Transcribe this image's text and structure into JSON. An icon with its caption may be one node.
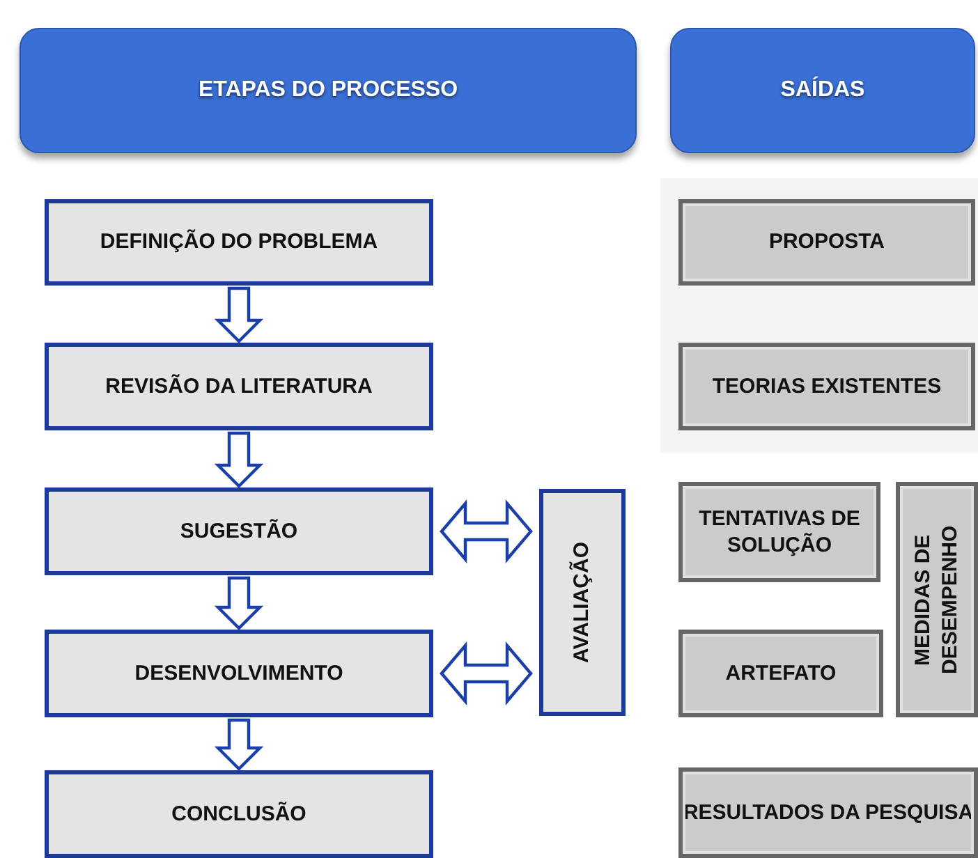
{
  "diagram": {
    "nodes": [
      {
        "text": [
          "ETAPAS DO PROCESSO"
        ]
      },
      {
        "text": [
          "SAÍDAS"
        ]
      },
      {
        "text": [
          "DEFINIÇÃO DO PROBLEMA"
        ]
      },
      {
        "text": [
          "PROPOSTA"
        ]
      },
      {
        "text": [
          "REVISÃO DA LITERATURA"
        ]
      },
      {
        "text": [
          "TEORIAS EXISTENTES"
        ]
      },
      {
        "text": [
          "SUGESTÃO"
        ]
      },
      {
        "text": [
          "AVALIAÇÃO"
        ]
      },
      {
        "text": [
          "TENTATIVAS DE SOLUÇÃO"
        ]
      },
      {
        "text": [
          "MEDIDAS DE DESEMPENHO"
        ]
      },
      {
        "text": [
          "DESENVOLVIMENTO"
        ]
      },
      {
        "text": [
          "ARTEFATO"
        ]
      },
      {
        "text": [
          "CONCLUSÃO"
        ]
      },
      {
        "text": [
          "RESULTADOS DA PESQUISA"
        ]
      }
    ],
    "edges": [
      {
        "from": 2,
        "to": 4,
        "arrow": "to"
      },
      {
        "from": 4,
        "to": 6,
        "arrow": "to"
      },
      {
        "from": 6,
        "to": 10,
        "arrow": "to"
      },
      {
        "from": 10,
        "to": 12,
        "arrow": "to"
      },
      {
        "from": 6,
        "to": 7,
        "arrow": "both"
      },
      {
        "from": 10,
        "to": 7,
        "arrow": "both"
      }
    ]
  }
}
